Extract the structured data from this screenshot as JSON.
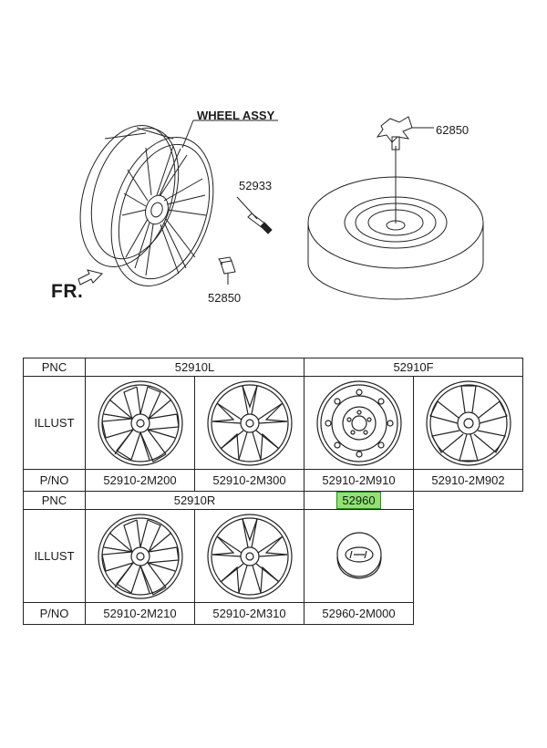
{
  "diagram": {
    "labels": {
      "wheel_assy": "WHEEL ASSY",
      "valve": "52933",
      "nut": "52850",
      "lock_nut": "62850",
      "front": "FR."
    }
  },
  "table": {
    "row_labels": {
      "pnc": "PNC",
      "illust": "ILLUST",
      "pno": "P/NO"
    },
    "group1": {
      "pnc_left": "52910L",
      "pnc_right": "52910F",
      "pno": [
        "52910-2M200",
        "52910-2M300",
        "52910-2M910",
        "52910-2M902"
      ]
    },
    "group2": {
      "pnc_left": "52910R",
      "pnc_right": "52960",
      "pno": [
        "52910-2M210",
        "52910-2M310",
        "52960-2M000"
      ]
    },
    "highlight_color": "#8fe36f"
  }
}
